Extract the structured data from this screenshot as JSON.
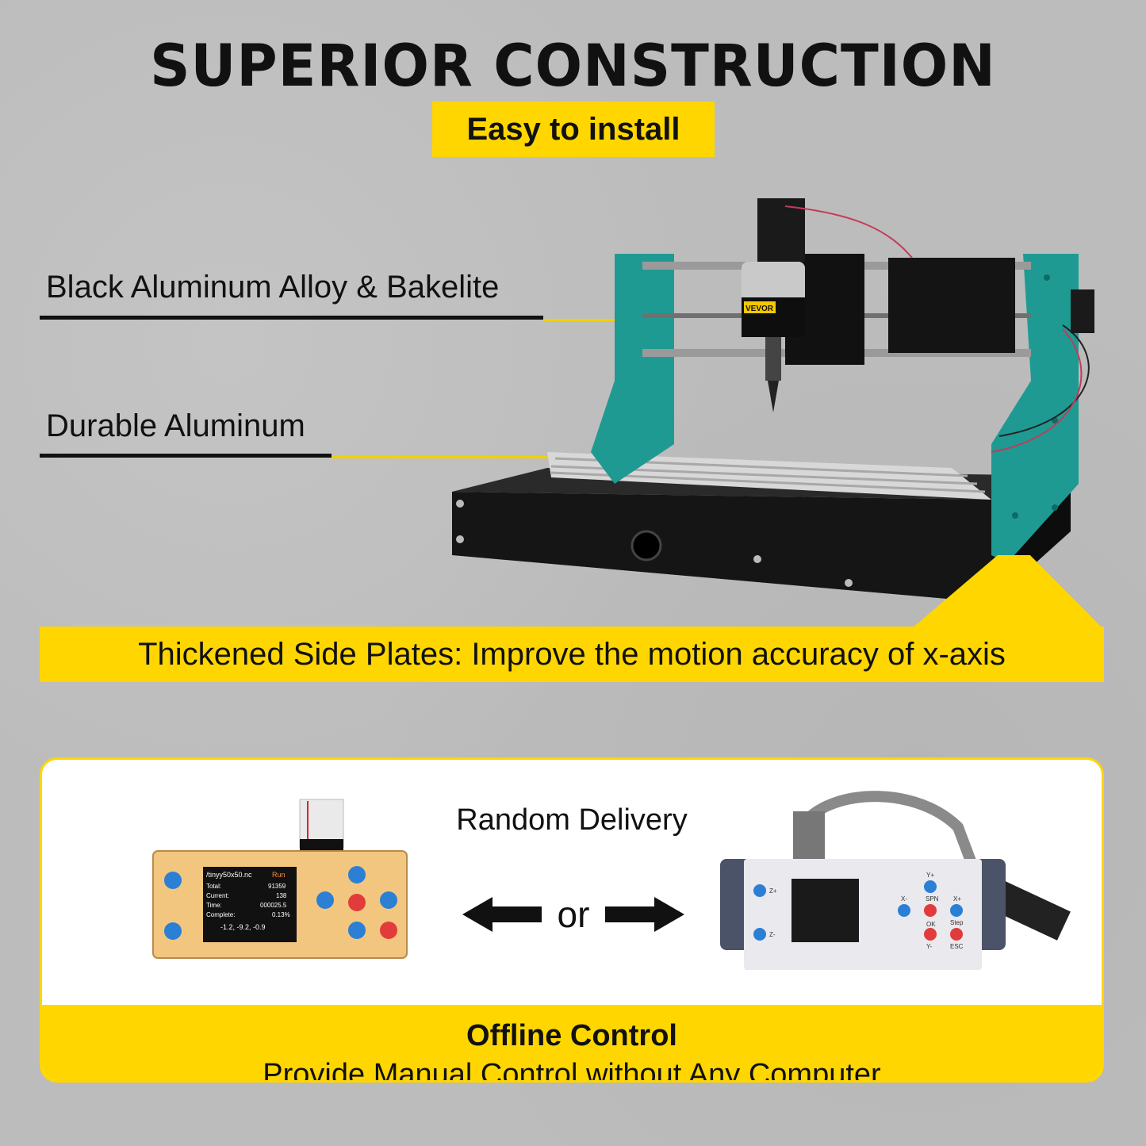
{
  "header": {
    "title": "SUPERIOR CONSTRUCTION",
    "badge": "Easy to install"
  },
  "callouts": [
    {
      "label": "Black Aluminum Alloy & Bakelite"
    },
    {
      "label": "Durable Aluminum"
    }
  ],
  "banner": {
    "text": "Thickened Side Plates: Improve the motion accuracy of x-axis"
  },
  "panel": {
    "delivery": "Random Delivery",
    "or": "or",
    "left_controller": {
      "file": "/tinyy50x50.nc",
      "status": "Run",
      "rows": [
        {
          "k": "Total:",
          "v": "91359"
        },
        {
          "k": "Current:",
          "v": "138"
        },
        {
          "k": "Time:",
          "v": "000025.5"
        },
        {
          "k": "Complete:",
          "v": "0.13%"
        }
      ],
      "coords": "-1.2, -9.2, -0.9"
    },
    "right_controller": {
      "labels": [
        "Z+",
        "Z-",
        "Y+",
        "X-",
        "SPN",
        "X+",
        "OK",
        "Step",
        "Y-",
        "ESC"
      ]
    },
    "footer_title": "Offline Control",
    "footer_sub": "Provide Manual Control without Any Computer"
  },
  "brand": "VEVOR",
  "colors": {
    "accent": "#ffd600",
    "plate": "#1f9a92",
    "frame": "#111111"
  }
}
